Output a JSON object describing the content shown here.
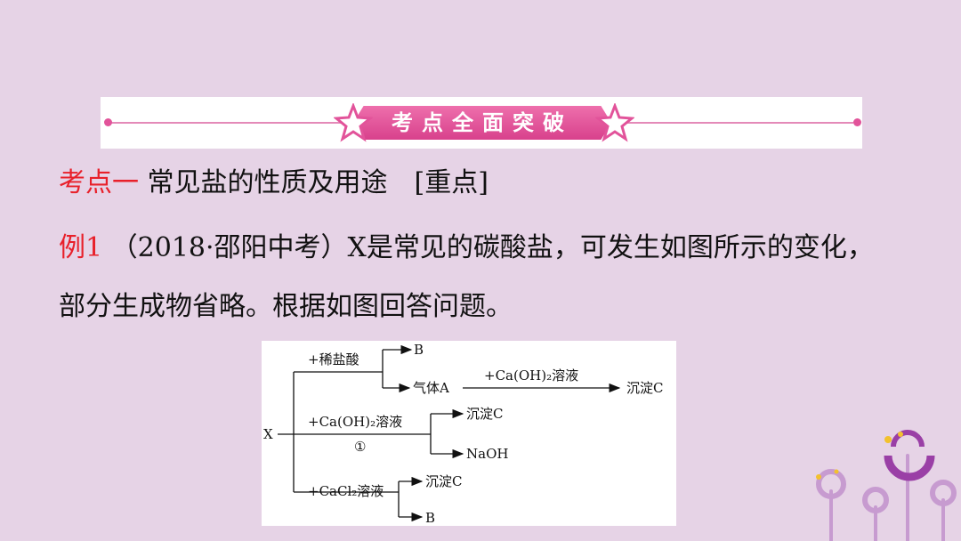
{
  "banner": {
    "title": "考点全面突破",
    "pill_color": "#e2539a"
  },
  "heading": {
    "label": "考点一",
    "text": "常见盐的性质及用途　[重点]"
  },
  "example": {
    "label": "例1",
    "text": "（2018·邵阳中考）X是常见的碳酸盐，可发生如图所示的变化，部分生成物省略。根据如图回答问题。"
  },
  "diagram": {
    "start": "X",
    "branch1": {
      "reagent": "+稀盐酸",
      "product_b": "B",
      "gas": "气体A",
      "reagent2": "+Ca(OH)₂溶液",
      "precipitate": "沉淀C"
    },
    "branch2": {
      "reagent": "+Ca(OH)₂溶液",
      "step_mark": "①",
      "precipitate": "沉淀C",
      "product": "NaOH"
    },
    "branch3": {
      "reagent": "+CaCl₂溶液",
      "precipitate": "沉淀C",
      "product_b": "B"
    }
  },
  "colors": {
    "background": "#e6d3e6",
    "highlight_red": "#e8202a",
    "banner_pink": "#e2539a"
  }
}
